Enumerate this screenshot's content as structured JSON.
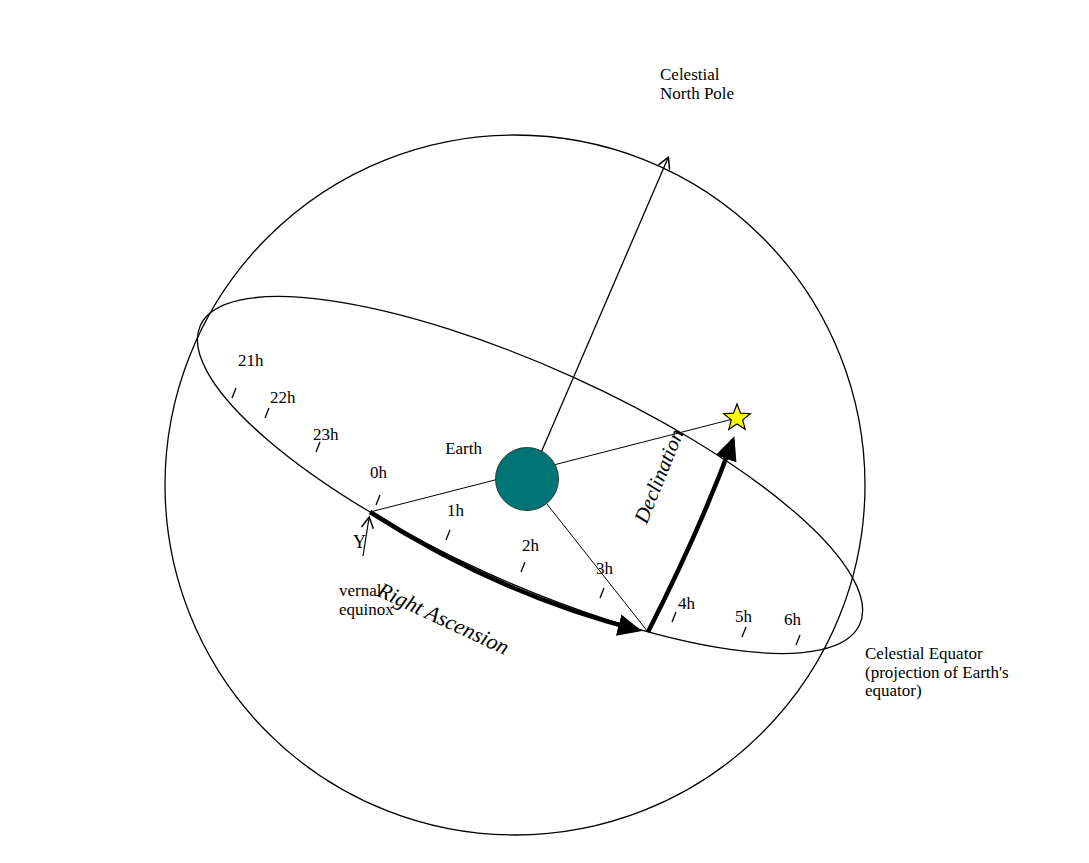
{
  "diagram": {
    "nodes": [
      {
        "text": [
          "Earth"
        ]
      }
    ],
    "labels": [
      "Celestial North Pole",
      "21h",
      "22h",
      "23h",
      "0h",
      "1h",
      "2h",
      "3h",
      "4h",
      "5h",
      "6h",
      "Right Ascension",
      "Declination",
      "Υ",
      "vernal equinox",
      "Celestial Equator (projection of Earth's equator)"
    ]
  }
}
